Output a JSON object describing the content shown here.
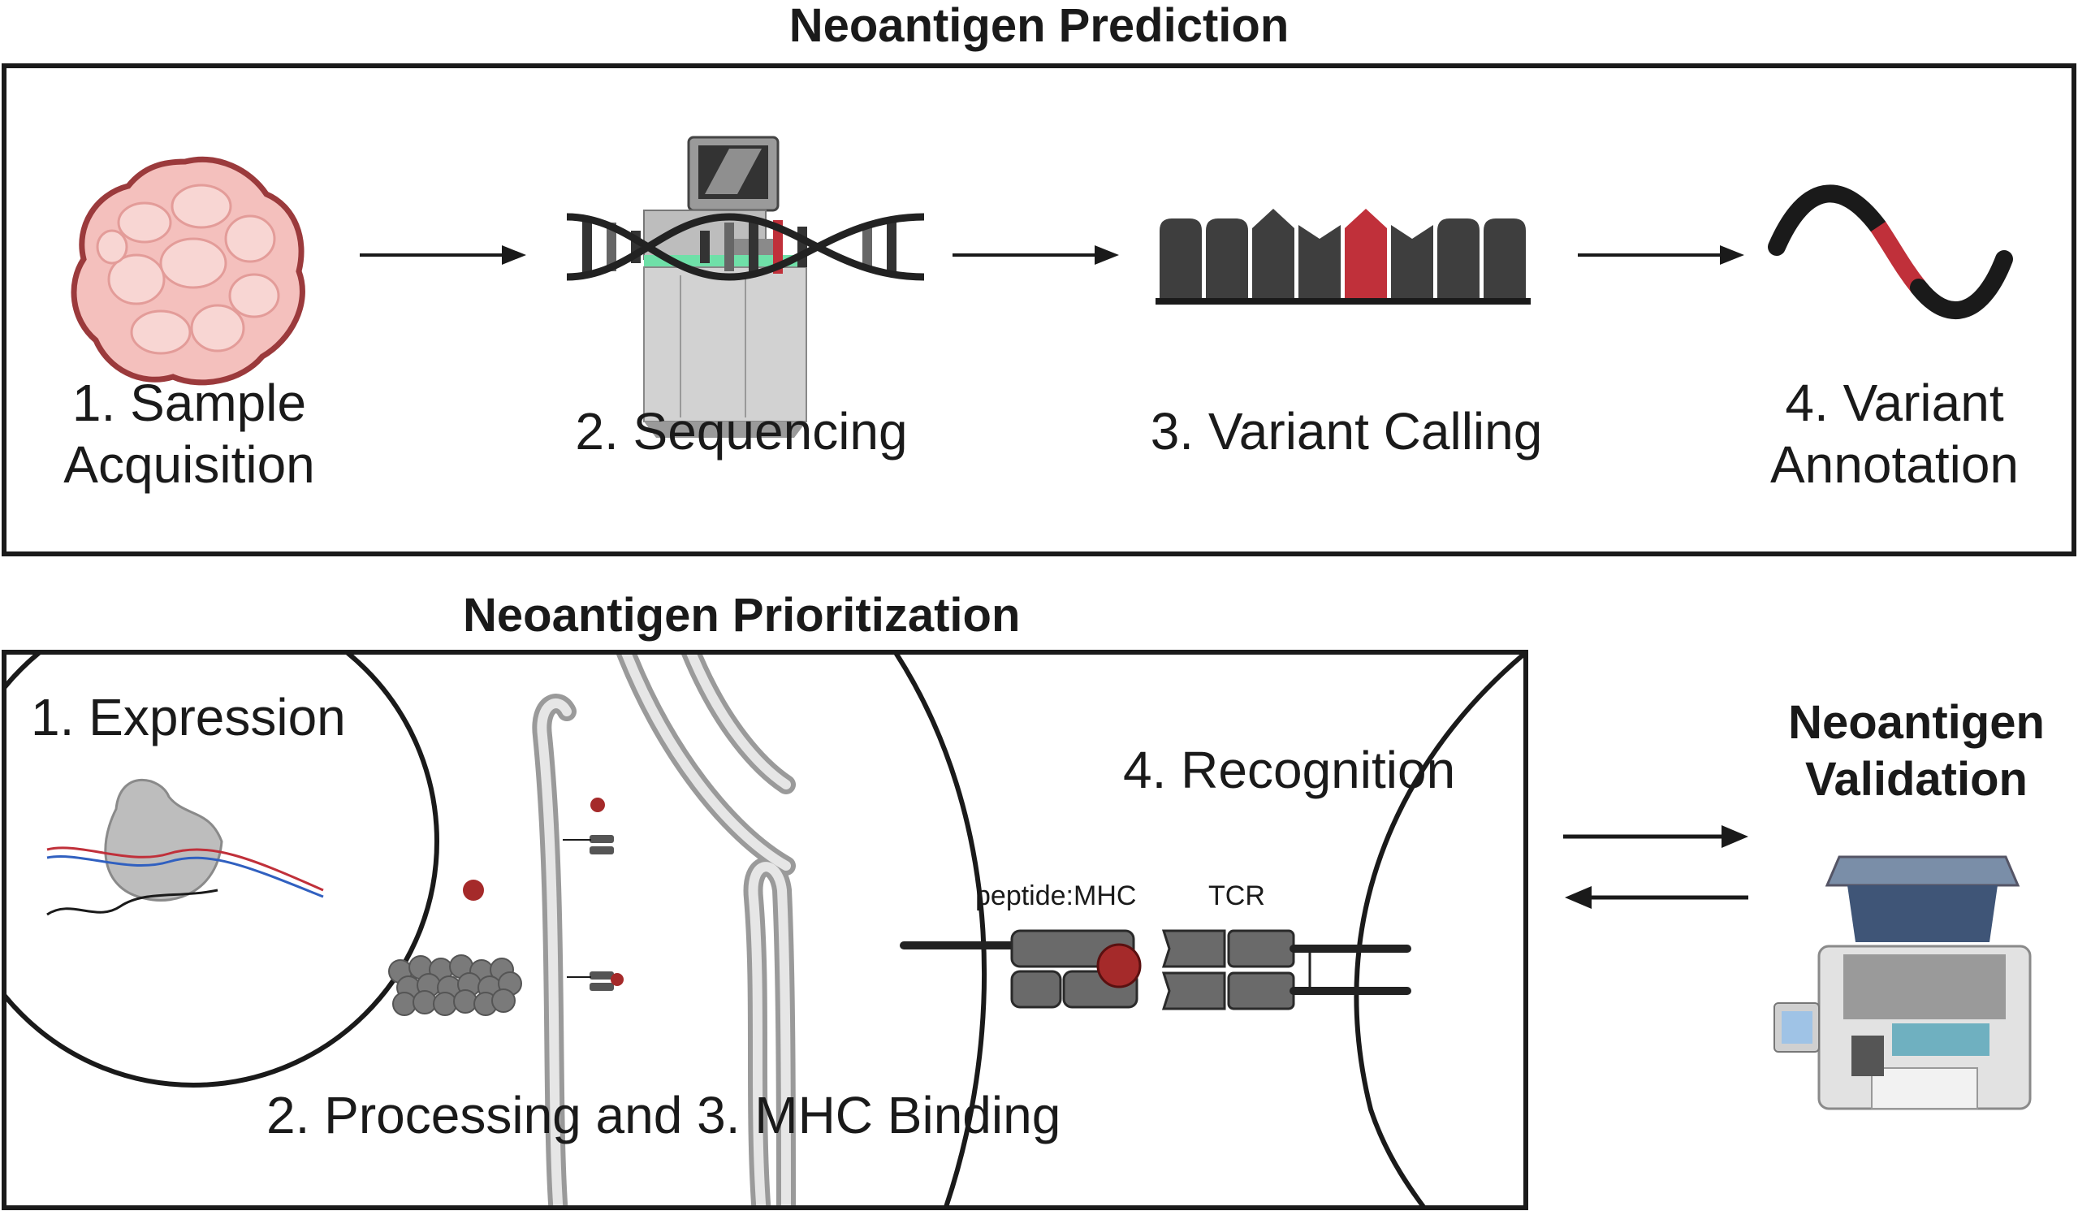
{
  "prediction": {
    "title": "Neoantigen Prediction",
    "steps": [
      {
        "line1": "1. Sample",
        "line2": "Acquisition"
      },
      {
        "line1": "2. Sequencing"
      },
      {
        "line1": "3. Variant Calling"
      },
      {
        "line1": "4. Variant",
        "line2": "Annotation"
      }
    ]
  },
  "prioritization": {
    "title": "Neoantigen Prioritization",
    "expression": "1. Expression",
    "processing": "2. Processing and 3. MHC Binding",
    "recognition": "4. Recognition",
    "peptide_mhc": "peptide:MHC",
    "tcr": "TCR"
  },
  "validation": {
    "line1": "Neoantigen",
    "line2": "Validation"
  },
  "colors": {
    "border": "#1a1a1a",
    "mutation_red": "#c0303a",
    "tissue_pink": "#f2b8b5",
    "gray_dark": "#4a4a4a",
    "gray_mid": "#7a7a7a",
    "gray_light": "#c8c8c8"
  }
}
